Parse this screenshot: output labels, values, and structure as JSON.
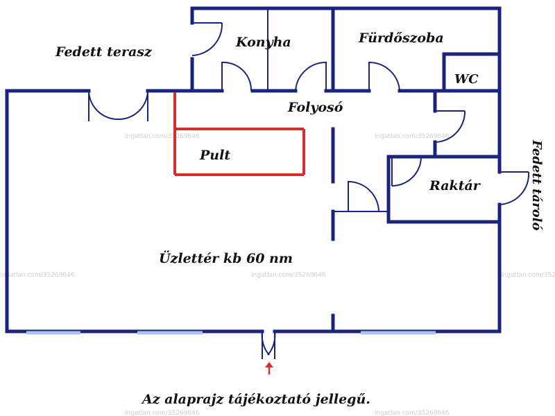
{
  "rooms": {
    "terrace": "Fedett terasz",
    "kitchen": "Konyha",
    "bathroom": "Fürdőszoba",
    "wc": "WC",
    "hallway": "Folyosó",
    "counter": "Pult",
    "storage": "Raktár",
    "storage_external": "Fedett tároló",
    "shop": "Üzlettér kb 60 nm"
  },
  "note": "Az alaprajz tájékoztató jellegű.",
  "watermark": "ingatlan.com/35269646",
  "colors": {
    "wall": "#1a237e",
    "window": "#a9c4e8",
    "counter": "#d32f2f",
    "arrow": "#d32f2f"
  }
}
